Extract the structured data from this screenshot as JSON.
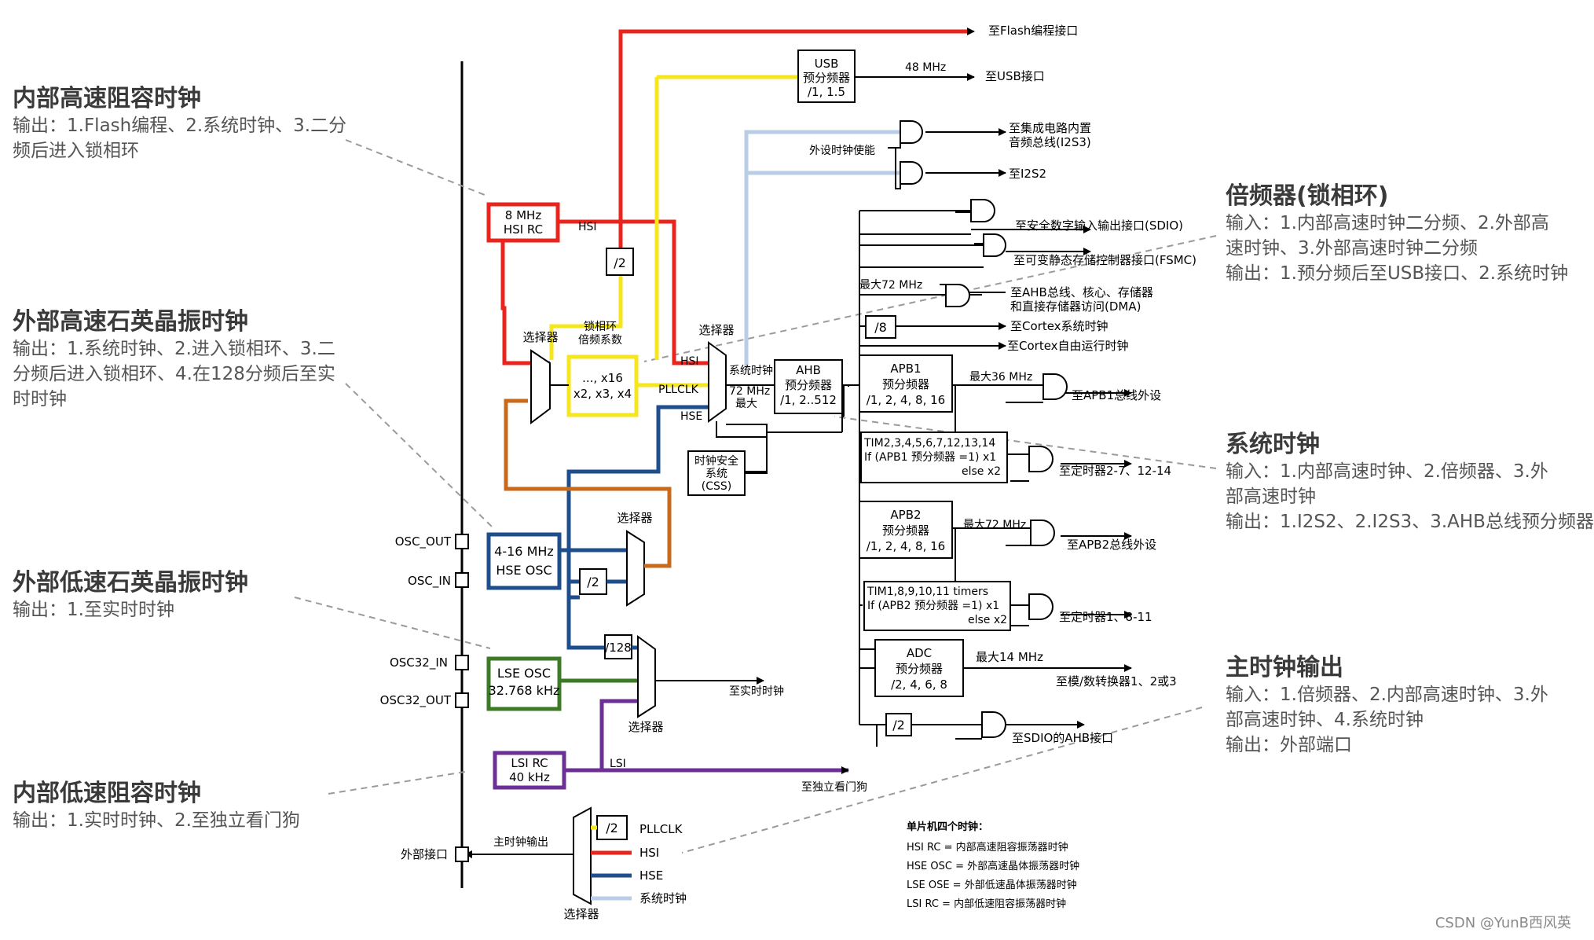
{
  "annotations": {
    "hsi": {
      "title": "内部高速阻容时钟",
      "lines": [
        "输出：1.Flash编程、2.系统时钟、3.二分",
        "频后进入锁相环"
      ]
    },
    "hse": {
      "title": "外部高速石英晶振时钟",
      "lines": [
        "输出：1.系统时钟、2.进入锁相环、3.二",
        "分频后进入锁相环、4.在128分频后至实",
        "时时钟"
      ]
    },
    "lse": {
      "title": "外部低速石英晶振时钟",
      "lines": [
        "输出：1.至实时时钟"
      ]
    },
    "lsi": {
      "title": "内部低速阻容时钟",
      "lines": [
        "输出：1.实时时钟、2.至独立看门狗"
      ]
    },
    "pll": {
      "title": "倍频器(锁相环)",
      "lines": [
        "输入：1.内部高速时钟二分频、2.外部高",
        "速时钟、3.外部高速时钟二分频",
        "输出：1.预分频后至USB接口、2.系统时钟"
      ]
    },
    "sysclk": {
      "title": "系统时钟",
      "lines": [
        "输入：1.内部高速时钟、2.倍频器、3.外",
        "部高速时钟",
        "输出：1.I2S2、2.I2S3、3.AHB总线预分频器"
      ]
    },
    "mco": {
      "title": "主时钟输出",
      "lines": [
        "输入：1.倍频器、2.内部高速时钟、3.外",
        "部高速时钟、4.系统时钟",
        "输出：外部端口"
      ]
    }
  },
  "diagram": {
    "pins": {
      "osc_out": "OSC_OUT",
      "osc_in": "OSC_IN",
      "osc32_in": "OSC32_IN",
      "osc32_out": "OSC32_OUT",
      "ext": "外部接口"
    },
    "hsi_rc": [
      "8 MHz",
      "HSI RC"
    ],
    "hse_osc": [
      "4-16 MHz",
      "HSE OSC"
    ],
    "lse_osc": [
      "LSE OSC",
      "32.768 kHz"
    ],
    "lsi_rc": [
      "LSI RC",
      "40 kHz"
    ],
    "usb_pre": [
      "USB",
      "预分频器",
      "/1, 1.5"
    ],
    "pll_box": [
      "..., x16",
      "x2, x3, x4"
    ],
    "pll_label": [
      "锁相环",
      "倍频系数"
    ],
    "css_box": [
      "时钟安全",
      "系统",
      "(CSS)"
    ],
    "ahb_box": [
      "AHB",
      "预分频器",
      "/1, 2..512"
    ],
    "apb1_box": [
      "APB1",
      "预分频器",
      "/1, 2, 4, 8, 16"
    ],
    "apb2_box": [
      "APB2",
      "预分频器",
      "/1, 2, 4, 8, 16"
    ],
    "tim1_box": [
      "TIM2,3,4,5,6,7,12,13,14",
      "If (APB1 预分频器 =1) x1",
      "else  x2"
    ],
    "tim2_box": [
      "TIM1,8,9,10,11 timers",
      "If (APB2 预分频器 =1) x1",
      "else x2"
    ],
    "adc_box": [
      "ADC",
      "预分频器",
      "/2, 4, 6, 8"
    ],
    "div2": "/2",
    "div8": "/8",
    "div128": "/128",
    "labels": {
      "flash": "至Flash编程接口",
      "usb": "至USB接口",
      "mhz48": "48 MHz",
      "i2s3": [
        "至集成电路内置",
        "音频总线(I2S3)"
      ],
      "i2s2": "至I2S2",
      "periph_en": "外设时钟使能",
      "sdio": "至安全数字输入输出接口(SDIO)",
      "fsmc": "至可变静态存储控制器接口(FSMC)",
      "max72": "最大72 MHz",
      "dma": [
        "至AHB总线、核心、存储器",
        "和直接存储器访问(DMA)"
      ],
      "cortex_sys": "至Cortex系统时钟",
      "cortex_free": "至Cortex自由运行时钟",
      "max36": "最大36 MHz",
      "apb1_periph": "至APB1总线外设",
      "tim_2_14": "至定时器2-7、12-14",
      "max72b": "最大72 MHz",
      "apb2_periph": "至APB2总线外设",
      "tim_1_11": "至定时器1、8-11",
      "max14": "最大14 MHz",
      "adc_out": "至模/数转换器1、2或3",
      "sdio_ahb": "至SDIO的AHB接口",
      "rtc": "至实时时钟",
      "iwdg": "至独立看门狗",
      "hsi": "HSI",
      "hse": "HSE",
      "pllclk": "PLLCLK",
      "sysclk": "系统时钟",
      "sysclk72": [
        "72 MHz",
        "最大"
      ],
      "lsi": "LSI",
      "mco_label": "主时钟输出",
      "selector": "选择器"
    },
    "mco_inputs": [
      "PLLCLK",
      "HSI",
      "HSE",
      "系统时钟"
    ],
    "legend": {
      "title": "单片机四个时钟：",
      "lines": [
        "HSI RC = 内部高速阻容振荡器时钟",
        "HSE OSC = 外部高速晶体振荡器时钟",
        "LSE OSE = 外部低速晶体振荡器时钟",
        "LSI RC = 内部低速阻容振荡器时钟"
      ]
    },
    "colors": {
      "red": "#e8241c",
      "yellow": "#f5e61e",
      "blue": "#1f4e8c",
      "lightblue": "#b9cde6",
      "orange": "#c86a1c",
      "green": "#3c7a26",
      "purple": "#6b2f96"
    }
  },
  "watermark": "CSDN @YunB西风英"
}
